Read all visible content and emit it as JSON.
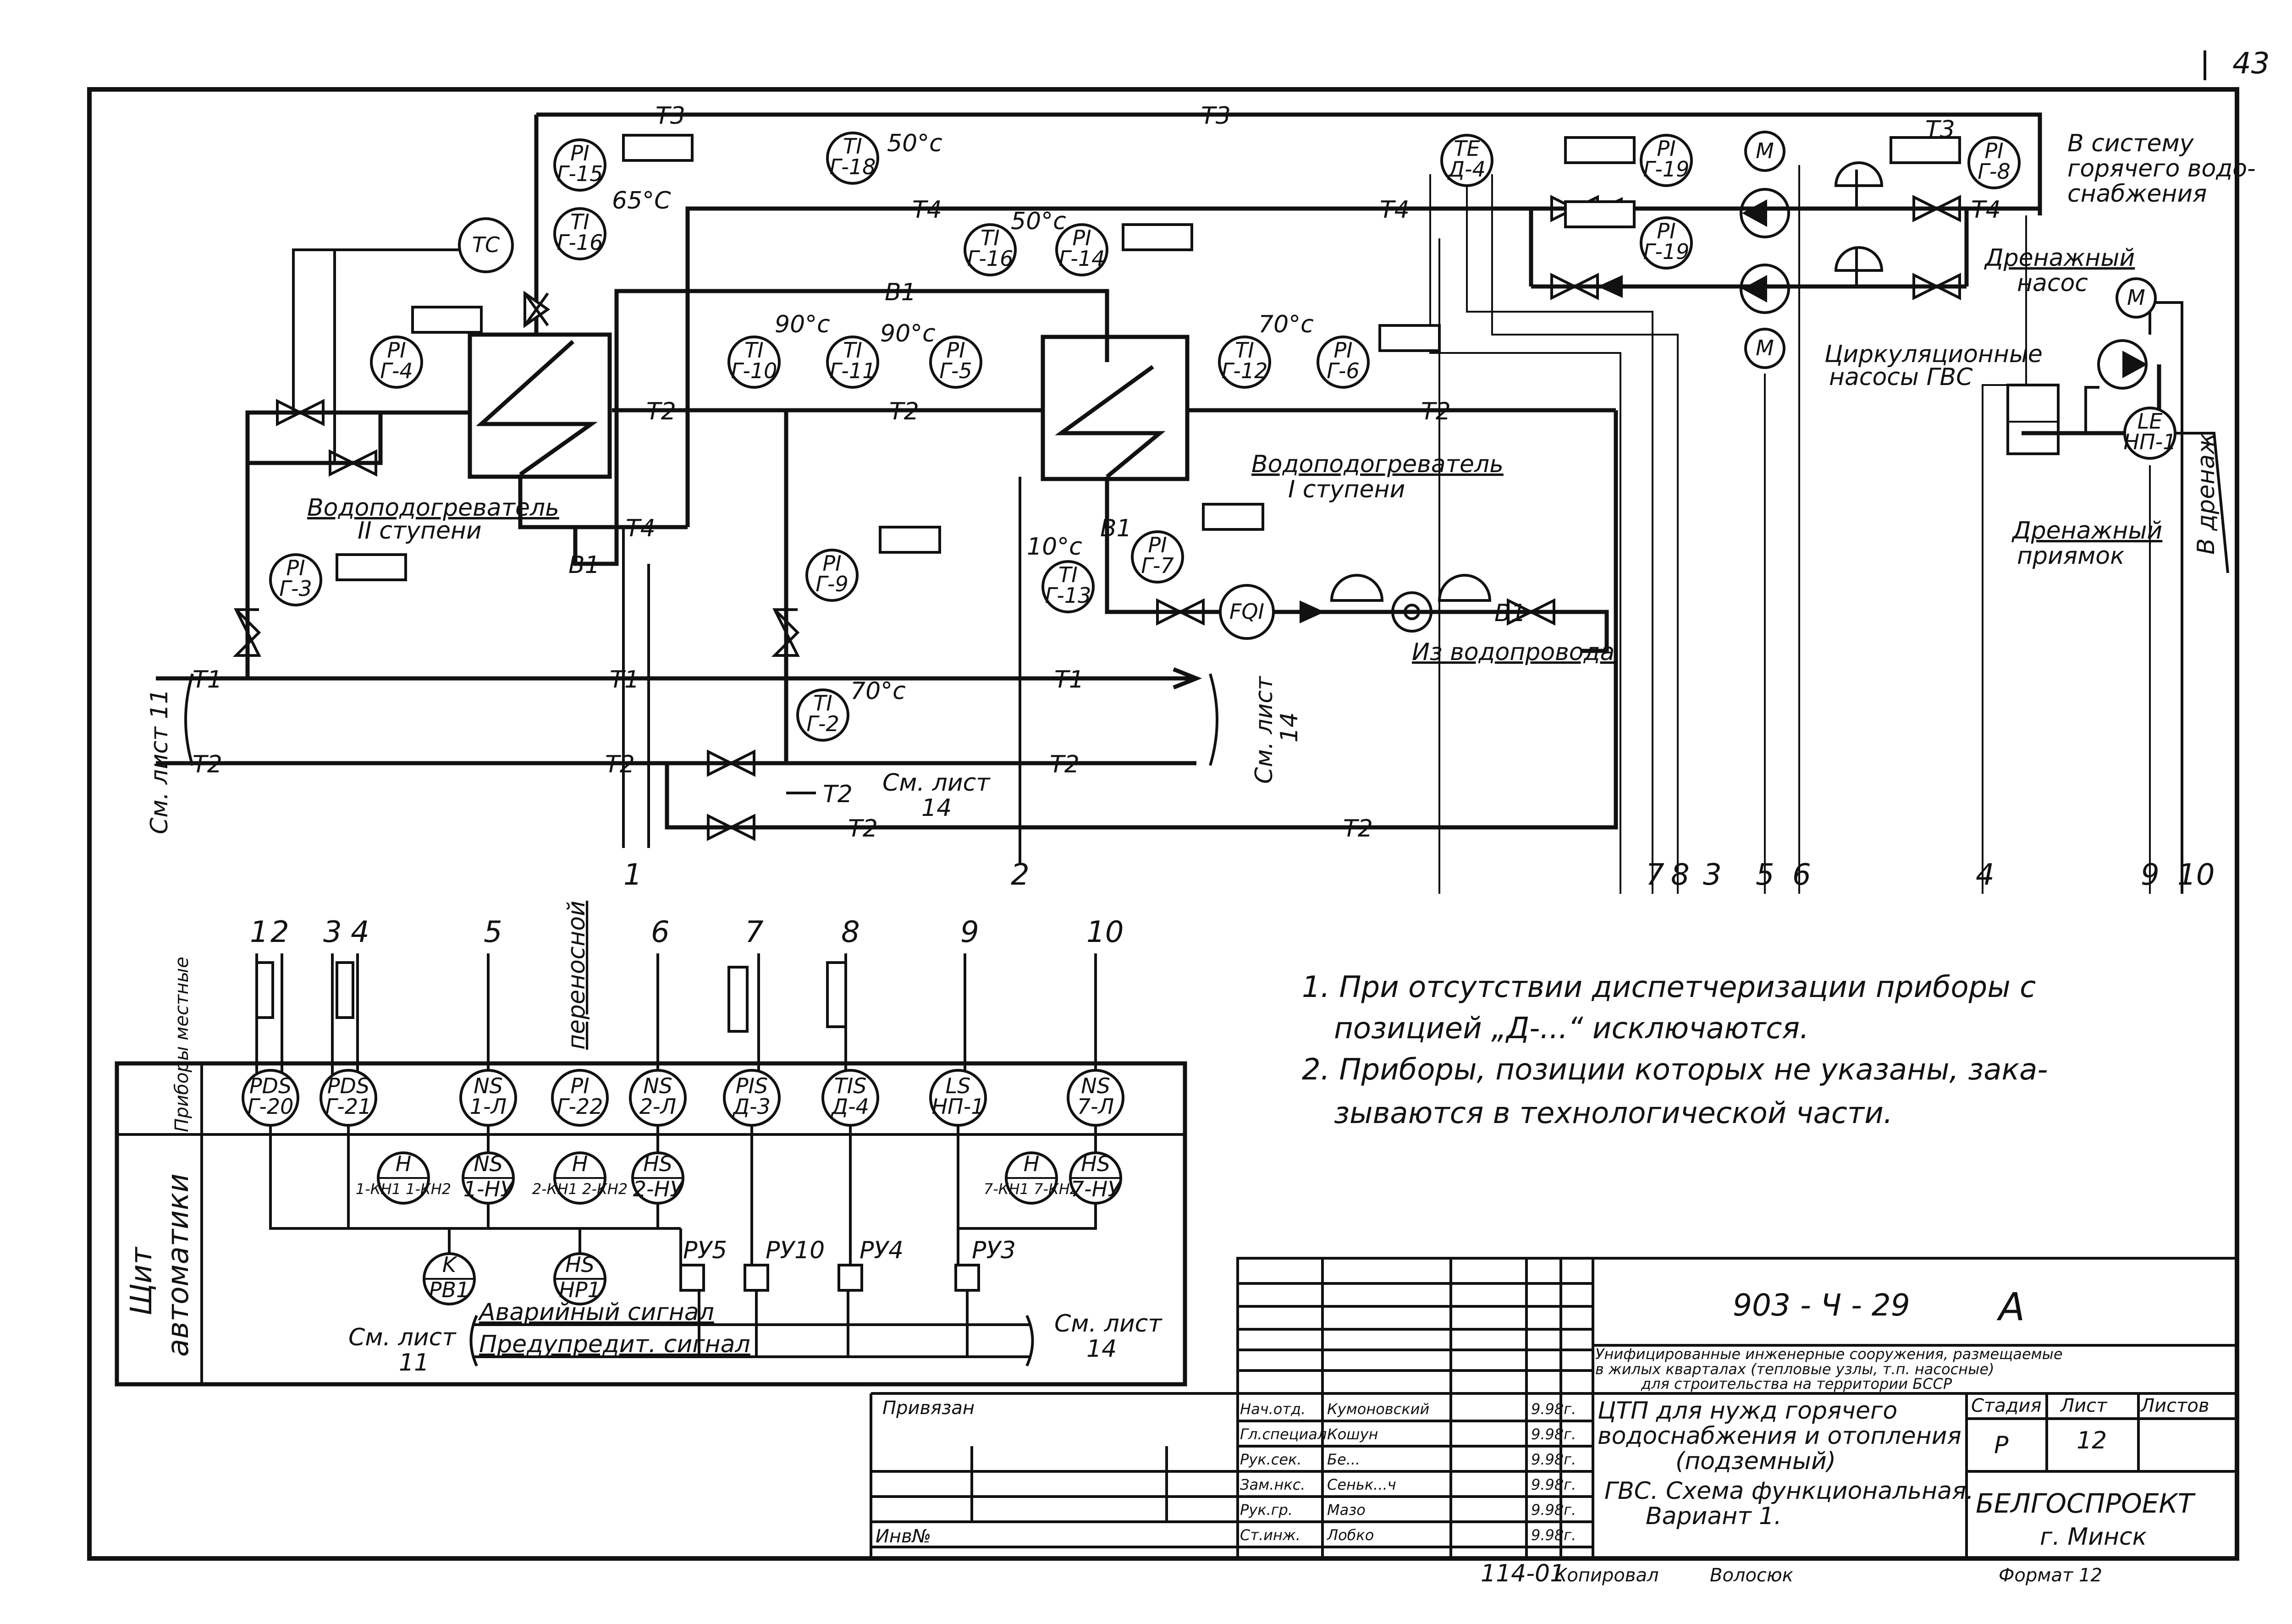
{
  "page_number": "43",
  "pipes": {
    "t1": "T1",
    "t2": "T2",
    "t3": "T3",
    "t4": "T4",
    "b1": "B1"
  },
  "instruments": [
    {
      "id": "i1",
      "top": "PI",
      "bot": "Г-15"
    },
    {
      "id": "i2",
      "top": "TI",
      "bot": "Г-16"
    },
    {
      "id": "i3",
      "top": "TC",
      "bot": ""
    },
    {
      "id": "i4",
      "top": "PI",
      "bot": "Г-4"
    },
    {
      "id": "i5",
      "top": "PI",
      "bot": "Г-3"
    },
    {
      "id": "i6",
      "top": "TI",
      "bot": "Г-18"
    },
    {
      "id": "i7",
      "top": "TI",
      "bot": "Г-16"
    },
    {
      "id": "i8",
      "top": "PI",
      "bot": "Г-14"
    },
    {
      "id": "i9",
      "top": "TI",
      "bot": "Г-10"
    },
    {
      "id": "i10",
      "top": "TI",
      "bot": "Г-11"
    },
    {
      "id": "i11",
      "top": "PI",
      "bot": "Г-5"
    },
    {
      "id": "i12",
      "top": "TI",
      "bot": "Г-12"
    },
    {
      "id": "i13",
      "top": "PI",
      "bot": "Г-6"
    },
    {
      "id": "i14",
      "top": "PI",
      "bot": "Г-9"
    },
    {
      "id": "i15",
      "top": "TI",
      "bot": "Г-2"
    },
    {
      "id": "i16",
      "top": "TI",
      "bot": "Г-13"
    },
    {
      "id": "i17",
      "top": "PI",
      "bot": "Г-7"
    },
    {
      "id": "i18",
      "top": "FQI",
      "bot": ""
    },
    {
      "id": "i19",
      "top": "TE",
      "bot": "Д-4"
    },
    {
      "id": "i20",
      "top": "PI",
      "bot": "Г-19"
    },
    {
      "id": "i21",
      "top": "PI",
      "bot": "Г-19"
    },
    {
      "id": "i22",
      "top": "PI",
      "bot": "Г-8"
    },
    {
      "id": "i23",
      "top": "M",
      "bot": ""
    },
    {
      "id": "i24",
      "top": "M",
      "bot": ""
    },
    {
      "id": "i25",
      "top": "M",
      "bot": ""
    },
    {
      "id": "i26",
      "top": "LE",
      "bot": "НП-1"
    }
  ],
  "temperatures": {
    "t65": "65°C",
    "t50a": "50°c",
    "t50b": "50°c",
    "t90a": "90°c",
    "t90b": "90°c",
    "t70a": "70°c",
    "t10": "10°c",
    "t70b": "70°c"
  },
  "labels": {
    "heater2": "Водоподогреватель",
    "heater2_stage": "II ступени",
    "heater1": "Водоподогреватель",
    "heater1_stage": "I ступени",
    "from_water": "Из водопровода",
    "circ_pumps_1": "Циркуляционные",
    "circ_pumps_2": "насосы ГВС",
    "to_system_1": "В систему",
    "to_system_2": "горячего водо-",
    "to_system_3": "снабжения",
    "drain_pump_1": "Дренажный",
    "drain_pump_2": "насос",
    "drain_pit_1": "Дренажный",
    "drain_pit_2": "приямок",
    "to_drain": "В дренаж",
    "see_sheet_11": "См. лист 11",
    "see_sheet_14a": "См. лист",
    "see_sheet_14b": "14",
    "see_sheet_14c_1": "См. лист",
    "see_sheet_14c_2": "14"
  },
  "line_numbers": {
    "n1": "1",
    "n2": "2",
    "n3": "7",
    "n4": "8",
    "n5": "3",
    "n6": "5",
    "n7": "6",
    "n8": "4",
    "n9": "9",
    "n10": "10"
  },
  "panel": {
    "row1_label": "Приборы местные",
    "row2_label_1": "Щит",
    "row2_label_2": "автоматики",
    "portable": "переносной",
    "col_numbers": [
      "1",
      "2",
      "3",
      "4",
      "5",
      "6",
      "7",
      "8",
      "9",
      "10"
    ],
    "local": [
      {
        "top": "PDS",
        "bot": "Г-20"
      },
      {
        "top": "PDS",
        "bot": "Г-21"
      },
      {
        "top": "NS",
        "bot": "1-Л"
      },
      {
        "top": "PI",
        "bot": "Г-22"
      },
      {
        "top": "NS",
        "bot": "2-Л"
      },
      {
        "top": "PIS",
        "bot": "Д-3"
      },
      {
        "top": "TIS",
        "bot": "Д-4"
      },
      {
        "top": "LS",
        "bot": "НП-1"
      },
      {
        "top": "NS",
        "bot": "7-Л"
      }
    ],
    "board": [
      {
        "top": "H",
        "bot": "1-КН1 1-КН2"
      },
      {
        "top": "NS",
        "bot": "1-НУ"
      },
      {
        "top": "H",
        "bot": "2-КН1 2-КН2"
      },
      {
        "top": "HS",
        "bot": "2-НУ"
      },
      {
        "top": "H",
        "bot": "7-КН1 7-КН2"
      },
      {
        "top": "HS",
        "bot": "7-НУ"
      },
      {
        "top": "K",
        "bot": "РВ1"
      },
      {
        "top": "HS",
        "bot": "НР1"
      }
    ],
    "relays": [
      "РУ5",
      "РУ10",
      "РУ4",
      "РУ3"
    ],
    "alarm": "Аварийный сигнал",
    "warning": "Предупредит. сигнал",
    "see_11_a": "См. лист",
    "see_11_b": "11",
    "see_14_a": "См. лист",
    "see_14_b": "14"
  },
  "notes": [
    "1. При отсутствии диспетчеризации приборы с",
    "позицией „Д-...“ исключаются.",
    "2. Приборы, позиции которых не указаны, зака-",
    "зываются в технологической части."
  ],
  "title_block": {
    "code": "903 - Ч - 29",
    "letter": "А",
    "project_1": "Унифицированные инженерные сооружения, размещаемые",
    "project_2": "в жилых кварталах (тепловые узлы, т.п. насосные)",
    "project_3": "для строительства на территории БССР",
    "bound": "Привязан",
    "inv": "Инв№",
    "roles": [
      "Нач.отд.",
      "Гл.специал.",
      "Рук.сек.",
      "Зам.нкс.",
      "Рук.гр.",
      "Ст.инж."
    ],
    "names": [
      "Кумоновский",
      "Кошун",
      "Бе...",
      "Сеньк...ч",
      "Мазо",
      "Лобко"
    ],
    "dates": [
      "9.98г.",
      "9.98г.",
      "9.98г.",
      "9.98г.",
      "9.98г.",
      "9.98г."
    ],
    "doc_title_1": "ЦТП для нужд горячего",
    "doc_title_2": "водоснабжения и отопления",
    "doc_title_3": "(подземный)",
    "sheet_title_1": "ГВС. Схема функциональная.",
    "sheet_title_2": "Вариант 1.",
    "stage_h": "Стадия",
    "sheet_h": "Лист",
    "sheets_h": "Листов",
    "stage": "Р",
    "sheet": "12",
    "org_1": "БЕЛГОСПРОЕКТ",
    "org_2": "г. Минск",
    "bottom_code": "114-01",
    "copied": "Копировал",
    "copier": "Волосюк",
    "format": "Формат 12"
  }
}
